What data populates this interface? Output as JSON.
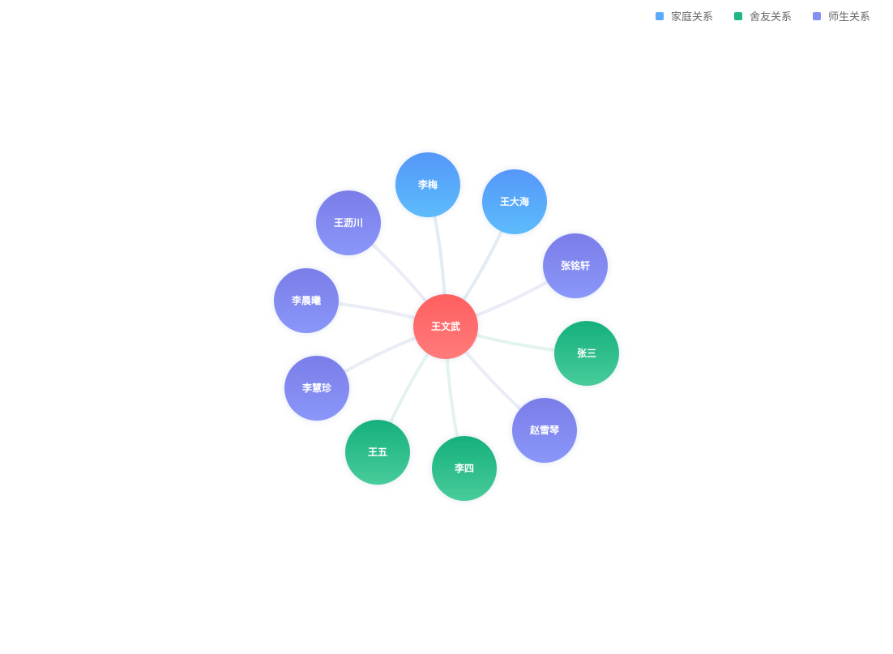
{
  "legend": [
    {
      "label": "家庭关系",
      "color": "#5aa9fa"
    },
    {
      "label": "舍友关系",
      "color": "#1fb883"
    },
    {
      "label": "师生关系",
      "color": "#8590f0"
    }
  ],
  "center": {
    "label": "王文武",
    "colors": [
      "#ff5f5f",
      "#ff7b7b"
    ]
  },
  "category_colors": {
    "家庭关系": [
      "#5597fa",
      "#5cbcfb"
    ],
    "舍友关系": [
      "#15b07c",
      "#48cc9b"
    ],
    "师生关系": [
      "#7b7de8",
      "#8a97f9"
    ]
  },
  "link_colors": {
    "家庭关系": "#e2ecf3",
    "舍友关系": "#e3f4ee",
    "师生关系": "#eaecf6"
  },
  "nodes": [
    {
      "label": "李梅",
      "category": "家庭关系"
    },
    {
      "label": "王大海",
      "category": "家庭关系"
    },
    {
      "label": "张铭轩",
      "category": "师生关系"
    },
    {
      "label": "张三",
      "category": "舍友关系"
    },
    {
      "label": "赵雪琴",
      "category": "师生关系"
    },
    {
      "label": "李四",
      "category": "舍友关系"
    },
    {
      "label": "王五",
      "category": "舍友关系"
    },
    {
      "label": "李慧珍",
      "category": "师生关系"
    },
    {
      "label": "李晨曦",
      "category": "师生关系"
    },
    {
      "label": "王沥川",
      "category": "师生关系"
    }
  ]
}
